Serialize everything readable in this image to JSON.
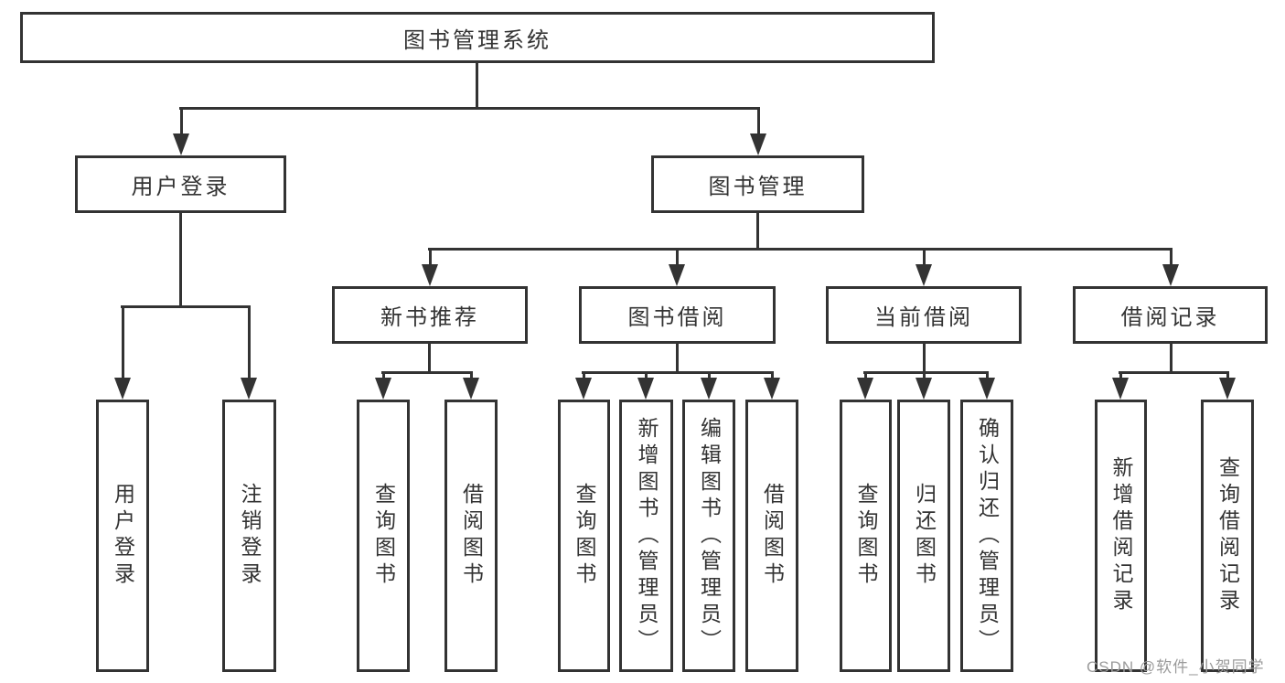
{
  "diagram_title": "图书管理系统",
  "colors": {
    "line": "#333333",
    "text": "#333333",
    "watermark": "#9b9b9b",
    "background": "#ffffff"
  },
  "nodes": {
    "root": {
      "label": "图书管理系统"
    },
    "level2": [
      {
        "label": "用户登录"
      },
      {
        "label": "图书管理"
      }
    ],
    "level3": [
      {
        "label": "新书推荐",
        "parent": "图书管理"
      },
      {
        "label": "图书借阅",
        "parent": "图书管理"
      },
      {
        "label": "当前借阅",
        "parent": "图书管理"
      },
      {
        "label": "借阅记录",
        "parent": "图书管理"
      }
    ],
    "leaves": [
      {
        "label": "用户登录",
        "parent": "用户登录"
      },
      {
        "label": "注销登录",
        "parent": "用户登录"
      },
      {
        "label": "查询图书",
        "parent": "新书推荐"
      },
      {
        "label": "借阅图书",
        "parent": "新书推荐"
      },
      {
        "label": "查询图书",
        "parent": "图书借阅"
      },
      {
        "label": "新增图书（管理员）",
        "parent": "图书借阅"
      },
      {
        "label": "编辑图书（管理员）",
        "parent": "图书借阅"
      },
      {
        "label": "借阅图书",
        "parent": "图书借阅"
      },
      {
        "label": "查询图书",
        "parent": "当前借阅"
      },
      {
        "label": "归还图书",
        "parent": "当前借阅"
      },
      {
        "label": "确认归还（管理员）",
        "parent": "当前借阅"
      },
      {
        "label": "新增借阅记录",
        "parent": "借阅记录"
      },
      {
        "label": "查询借阅记录",
        "parent": "借阅记录"
      }
    ]
  },
  "watermark": {
    "text": "CSDN @软件_小贺同学"
  }
}
